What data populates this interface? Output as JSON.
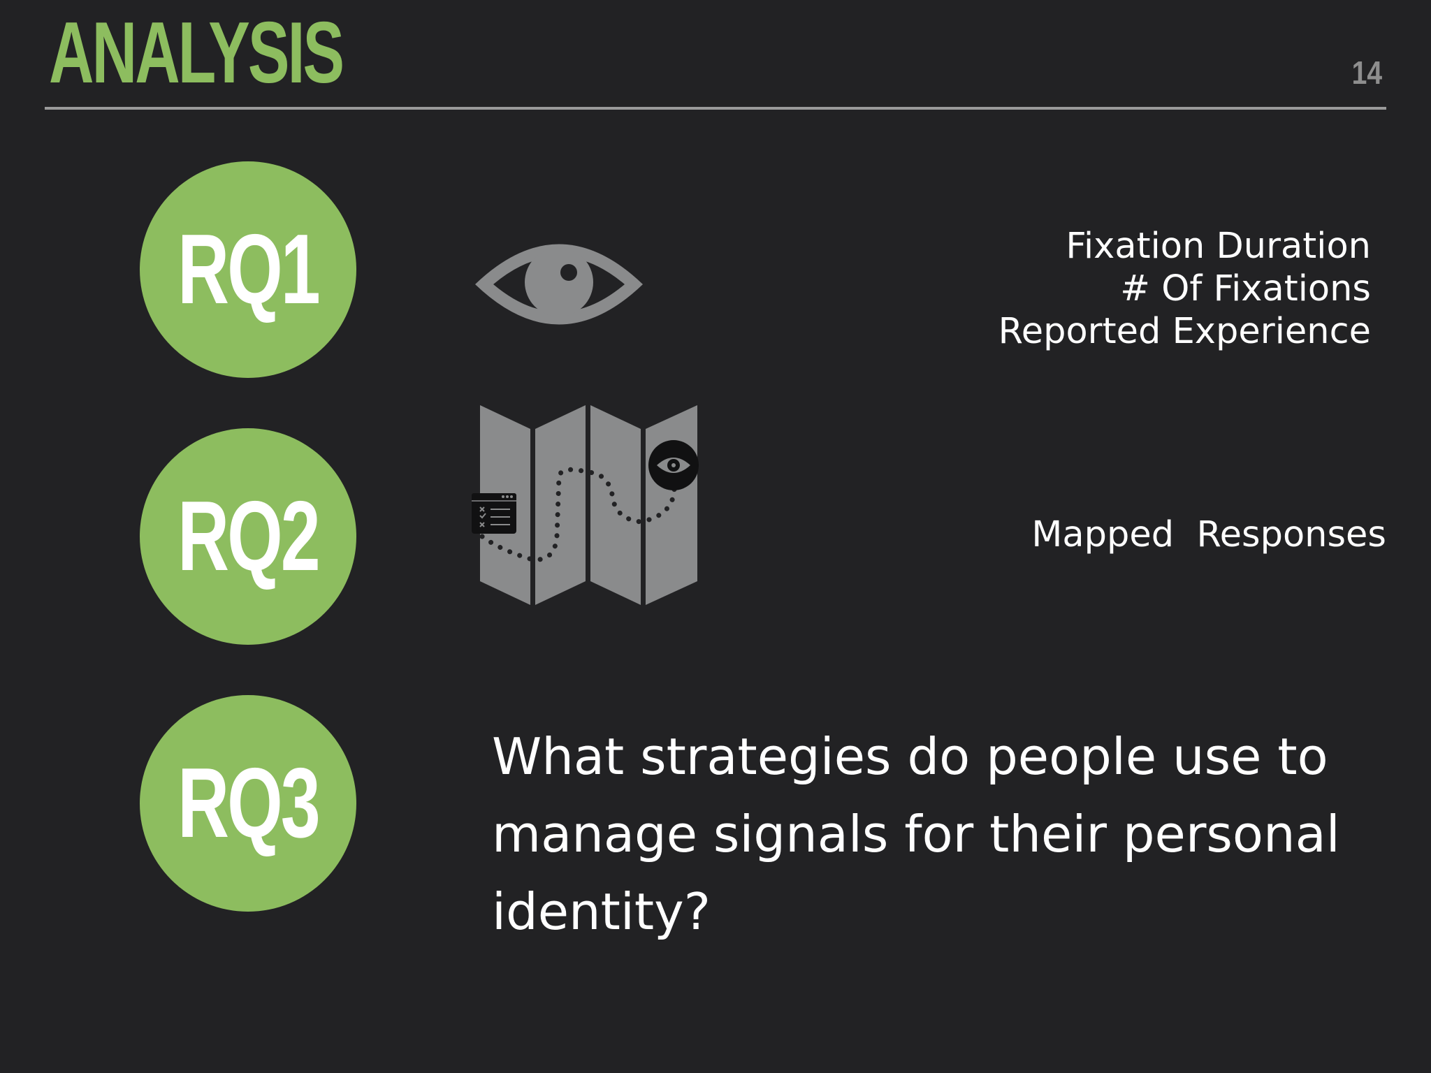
{
  "slide": {
    "title": "ANALYSIS",
    "page_number": "14"
  },
  "research_questions": [
    {
      "label": "RQ1",
      "icon": "eye-icon",
      "measures": [
        "Fixation Duration",
        "# Of Fixations",
        "Reported Experience"
      ]
    },
    {
      "label": "RQ2",
      "icon": "folded-map-icon",
      "measures": [
        "Mapped  Responses"
      ]
    },
    {
      "label": "RQ3",
      "question": "What strategies do people use to manage signals for their personal identity?"
    }
  ],
  "colors": {
    "background": "#222224",
    "accent_green": "#8dbd5f",
    "icon_gray": "#8a8b8c",
    "text": "#ffffff",
    "muted": "#8e8e8e"
  }
}
